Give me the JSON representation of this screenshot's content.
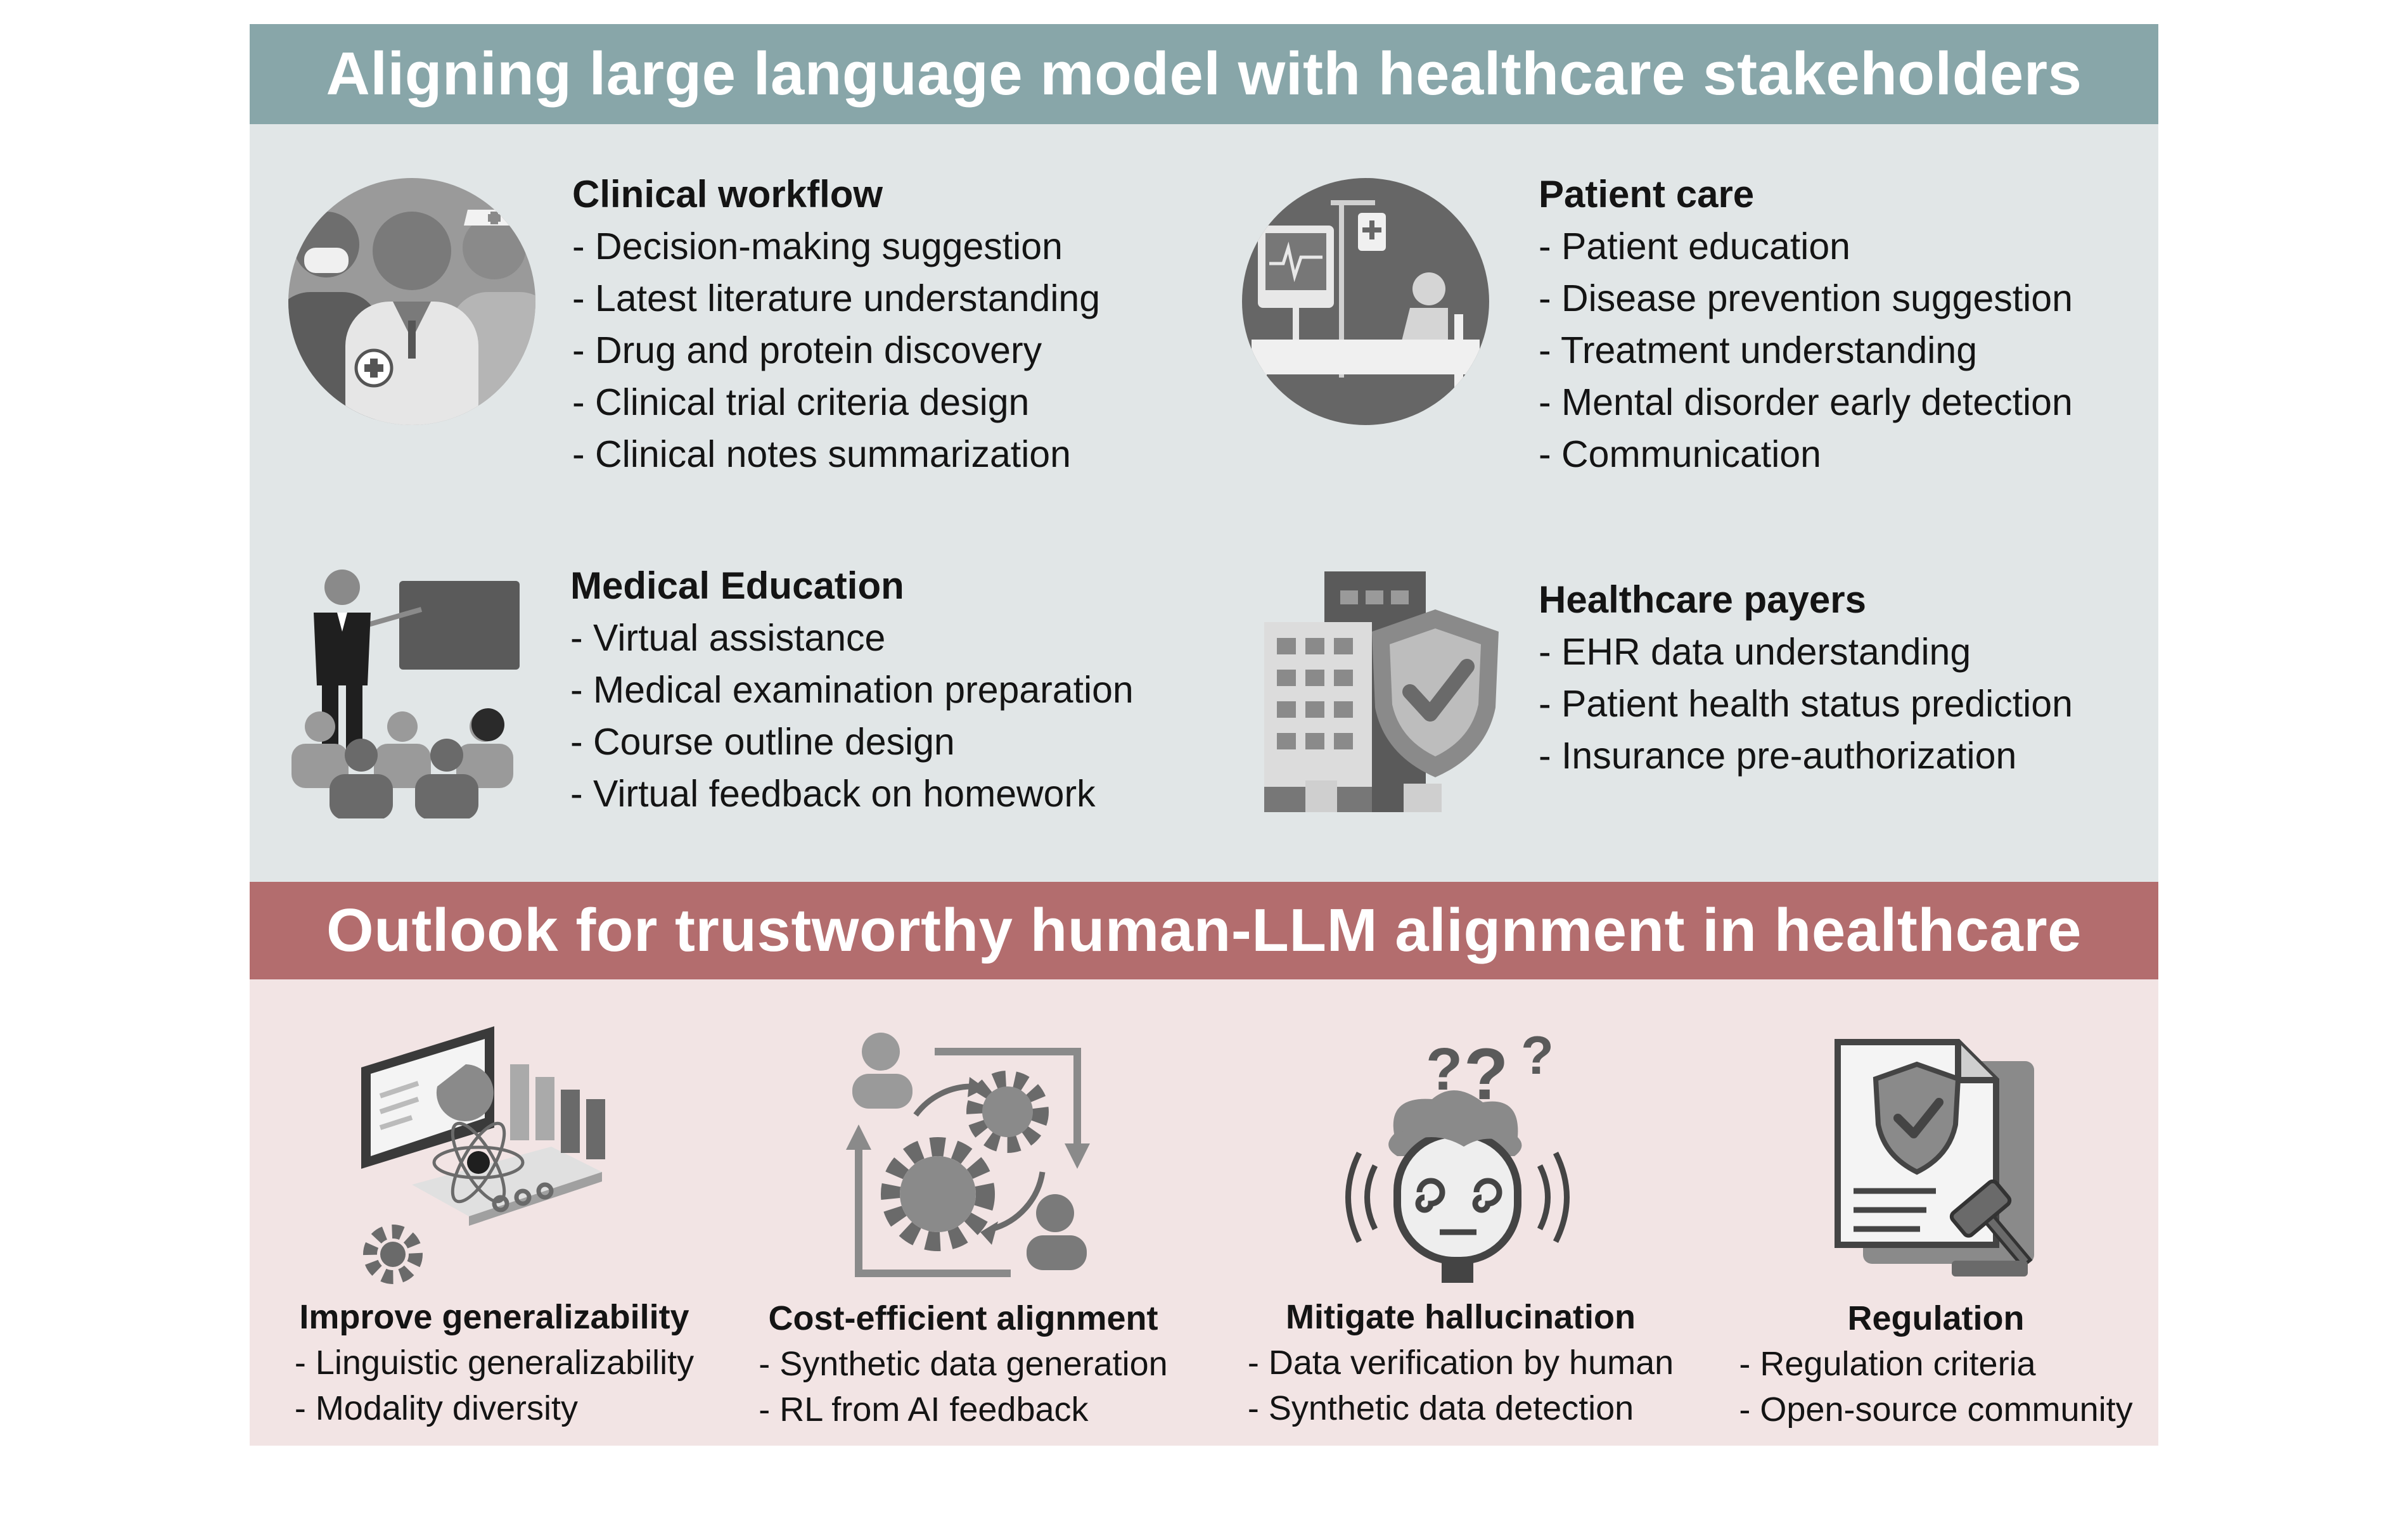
{
  "title": "Aligning large language model with healthcare stakeholders",
  "stakeholders": [
    {
      "heading": "Clinical workflow",
      "icon": "clinicians-icon",
      "items": [
        "- Decision-making suggestion",
        "- Latest literature understanding",
        "- Drug and protein discovery",
        "- Clinical trial criteria design",
        "- Clinical notes summarization"
      ]
    },
    {
      "heading": "Patient care",
      "icon": "hospital-bed-icon",
      "items": [
        "- Patient education",
        "- Disease prevention suggestion",
        "- Treatment understanding",
        "- Mental disorder early detection",
        "- Communication"
      ]
    },
    {
      "heading": "Medical Education",
      "icon": "classroom-icon",
      "items": [
        "- Virtual assistance",
        "- Medical examination preparation",
        "- Course outline design",
        "- Virtual feedback on homework"
      ]
    },
    {
      "heading": "Healthcare payers",
      "icon": "insurance-building-icon",
      "items": [
        "- EHR data understanding",
        "- Patient health status prediction",
        "- Insurance pre-authorization"
      ]
    }
  ],
  "outlook_title": "Outlook for trustworthy human-LLM alignment in healthcare",
  "outlook": [
    {
      "heading": "Improve  generalizability",
      "icon": "computer-atom-icon",
      "items": [
        "- Linguistic generalizability",
        "- Modality diversity"
      ]
    },
    {
      "heading": "Cost-efficient alignment",
      "icon": "user-gears-cycle-icon",
      "items": [
        "- Synthetic data generation",
        "- RL from AI feedback"
      ]
    },
    {
      "heading": "Mitigate  hallucination",
      "icon": "confused-person-icon",
      "items": [
        "- Data verification by human",
        "- Synthetic data detection"
      ]
    },
    {
      "heading": "Regulation",
      "icon": "regulation-document-icon",
      "items": [
        "- Regulation criteria",
        "- Open-source community"
      ]
    }
  ],
  "colors": {
    "top_banner": "#88a6a9",
    "top_panel": "#e1e6e7",
    "bottom_banner": "#b36d6e",
    "bottom_panel": "#f2e4e4",
    "icon_dark": "#5a5a5a",
    "icon_mid": "#8c8c8c",
    "icon_light": "#c8c8c8"
  }
}
